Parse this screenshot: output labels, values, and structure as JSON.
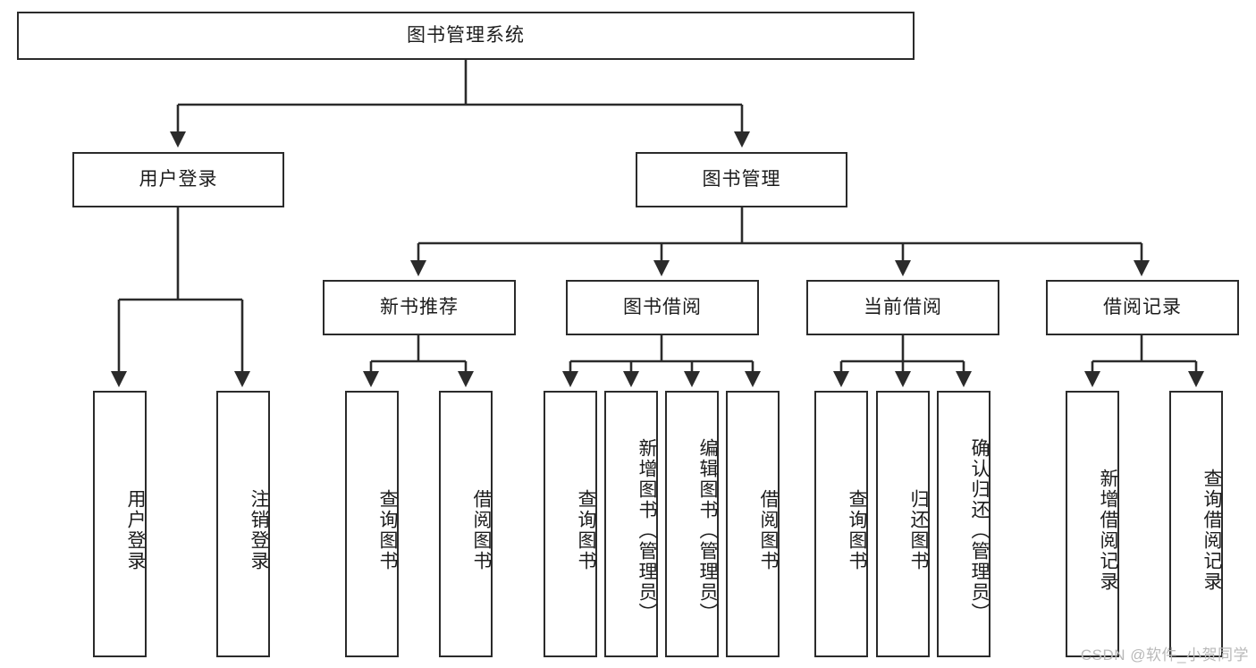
{
  "diagram": {
    "type": "tree-hierarchy",
    "title": "图书管理系统",
    "watermark": "CSDN @软件_小贺同学",
    "stroke_color": "#2b2b2b",
    "fill_color": "#ffffff",
    "text_color": "#1c1c1c",
    "watermark_color": "#b9b9b9",
    "nodes": {
      "root": "图书管理系统",
      "level1": [
        "用户登录",
        "图书管理"
      ],
      "level2": [
        "新书推荐",
        "图书借阅",
        "当前借阅",
        "借阅记录"
      ],
      "leaves_user_login": [
        "用户登录",
        "注销登录"
      ],
      "leaves_new_books": [
        "查询图书",
        "借阅图书"
      ],
      "leaves_borrow": [
        "查询图书",
        "新增图书（管理员）",
        "编辑图书（管理员）",
        "借阅图书"
      ],
      "leaves_current": [
        "查询图书",
        "归还图书",
        "确认归还（管理员）"
      ],
      "leaves_records": [
        "新增借阅记录",
        "查询借阅记录"
      ]
    }
  }
}
